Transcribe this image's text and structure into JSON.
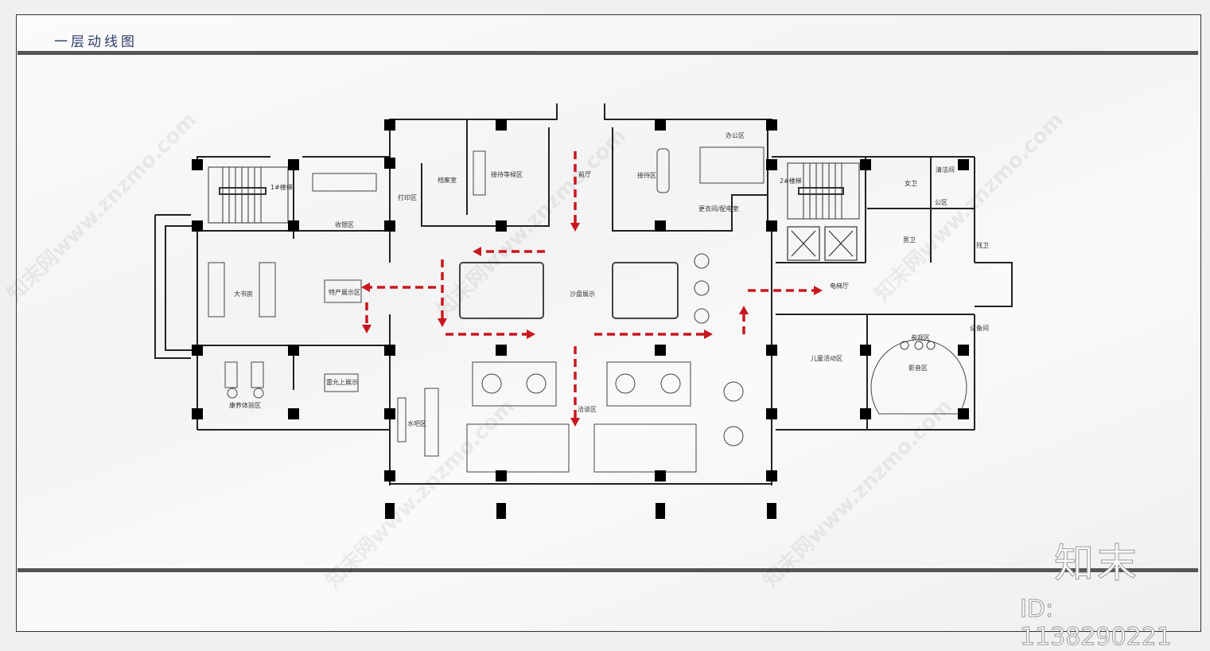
{
  "title": "一层动线图",
  "colors": {
    "arrow": "#c8171e",
    "wall": "#222222",
    "title": "#2c3a66",
    "bar": "#555555"
  },
  "rooms": {
    "stair1": "1#楼梯",
    "cashier": "收银区",
    "print": "打印区",
    "archive": "档案室",
    "waiting": "接待等候区",
    "front_hall": "前厅",
    "reception": "接待区",
    "office": "办公区",
    "locker": "更衣间/配电室",
    "stair2": "2#楼梯",
    "female_wc": "女卫",
    "cleaning": "清洁间",
    "public": "公区",
    "male_wc": "男卫",
    "accessible_wc": "残卫",
    "study": "大书房",
    "specialty": "特产展示区",
    "sand_table": "沙盘展示",
    "brand_display": "雷允上展示",
    "wellness": "康养体验区",
    "water_bar": "水吧区",
    "negotiation": "洽谈区",
    "elevator_hall": "电梯厅",
    "kids": "儿童活动区",
    "visit": "参观区",
    "av": "影音区",
    "equipment": "设备间"
  },
  "watermark": {
    "text": "知末网www.znzmo.com",
    "logo": "知末",
    "id": "ID: 1138290221"
  }
}
